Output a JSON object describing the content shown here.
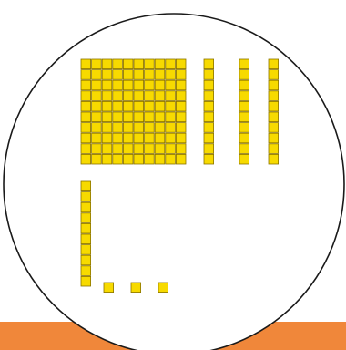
{
  "scene": {
    "description_free": true,
    "colors": {
      "block_fill": "#f7da00",
      "block_stroke": "#8a7400",
      "circle_stroke": "#1a1a1a",
      "circle_fill": "#ffffff",
      "bottom_bar": "#f0873a"
    },
    "base_ten_blocks": {
      "hundreds": 1,
      "tens": 4,
      "ones": 3
    }
  }
}
